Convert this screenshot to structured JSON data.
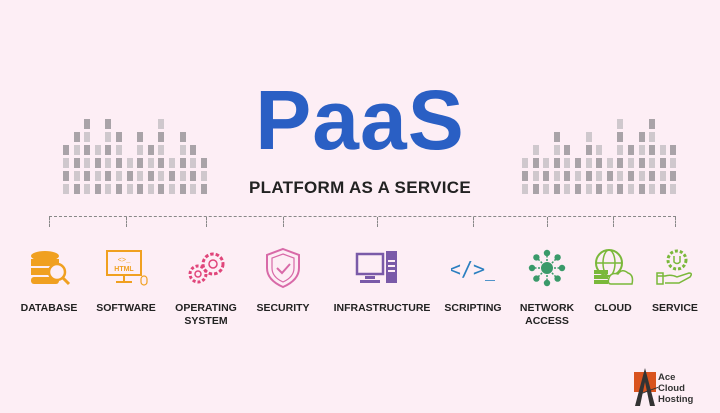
{
  "header": {
    "title": "PaaS",
    "subtitle": "PLATFORM AS A SERVICE"
  },
  "items": [
    {
      "label": "DATABASE",
      "icon": "database-icon",
      "color": "#f0a020"
    },
    {
      "label": "SOFTWARE",
      "icon": "html-monitor-icon",
      "icon_text": "HTML",
      "color": "#f0a020"
    },
    {
      "label": "OPERATING SYSTEM",
      "icon": "gears-icon",
      "color": "#e0457a"
    },
    {
      "label": "SECURITY",
      "icon": "shield-icon",
      "color": "#d86aa8"
    },
    {
      "label": "INFRASTRUCTURE",
      "icon": "computer-icon",
      "color": "#7a5aa8"
    },
    {
      "label": "SCRIPTING",
      "icon": "code-icon",
      "color": "#2a7fc0"
    },
    {
      "label": "NETWORK ACCESS",
      "icon": "network-icon",
      "color": "#3a9a6a"
    },
    {
      "label": "CLOUD",
      "icon": "cloud-icon",
      "color": "#7ab83a"
    },
    {
      "label": "SERVICE",
      "icon": "service-icon",
      "color": "#7ab83a"
    }
  ],
  "logo": {
    "line1": "Ace",
    "line2": "Cloud",
    "line3": "Hosting"
  },
  "colors": {
    "title": "#2a5fc4",
    "background": "#fdeef5"
  }
}
